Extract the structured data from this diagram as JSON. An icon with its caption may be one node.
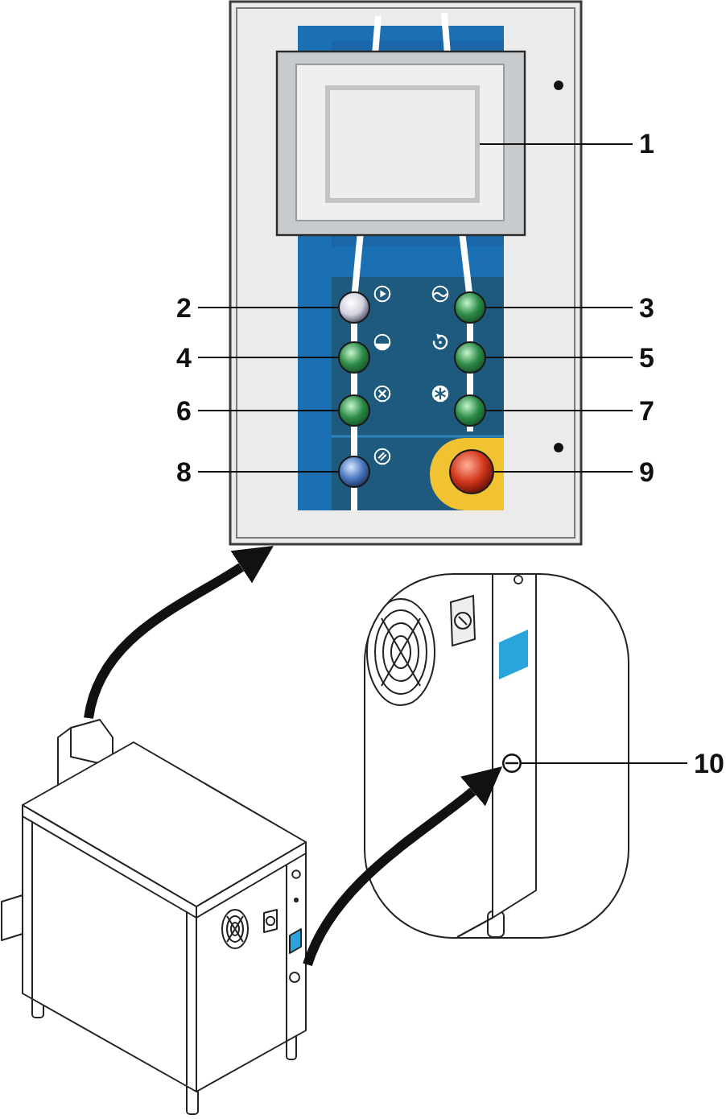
{
  "diagram": {
    "nodes": [
      {
        "text": [],
        "shape": "picture"
      },
      {
        "text": [],
        "shape": "box",
        "in": 0
      },
      {
        "text": [],
        "shape": "circle",
        "in": 0
      },
      {
        "text": [],
        "shape": "circle",
        "in": 0
      },
      {
        "text": [],
        "shape": "circle",
        "in": 0
      },
      {
        "text": [],
        "shape": "circle",
        "in": 0
      },
      {
        "text": [],
        "shape": "circle",
        "in": 0
      },
      {
        "text": [],
        "shape": "circle",
        "in": 0
      },
      {
        "text": [],
        "shape": "circle",
        "in": 0
      },
      {
        "text": [],
        "shape": "circle",
        "in": 0
      },
      {
        "text": [],
        "shape": "picture"
      },
      {
        "text": [],
        "shape": "circle",
        "in": 10
      },
      {
        "text": [],
        "shape": "picture"
      },
      {
        "text": [
          "1"
        ]
      },
      {
        "text": [
          "2"
        ]
      },
      {
        "text": [
          "3"
        ]
      },
      {
        "text": [
          "4"
        ]
      },
      {
        "text": [
          "5"
        ]
      },
      {
        "text": [
          "6"
        ]
      },
      {
        "text": [
          "7"
        ]
      },
      {
        "text": [
          "8"
        ]
      },
      {
        "text": [
          "9"
        ]
      },
      {
        "text": [
          "10"
        ]
      }
    ],
    "edges": [
      {
        "from": 13,
        "to": 1,
        "arrow": "none"
      },
      {
        "from": 14,
        "to": 2,
        "arrow": "none"
      },
      {
        "from": 15,
        "to": 3,
        "arrow": "none"
      },
      {
        "from": 16,
        "to": 4,
        "arrow": "none"
      },
      {
        "from": 17,
        "to": 5,
        "arrow": "none"
      },
      {
        "from": 18,
        "to": 6,
        "arrow": "none"
      },
      {
        "from": 19,
        "to": 7,
        "arrow": "none"
      },
      {
        "from": 20,
        "to": 8,
        "arrow": "none"
      },
      {
        "from": 21,
        "to": 9,
        "arrow": "none"
      },
      {
        "from": 22,
        "to": 11,
        "arrow": "none"
      },
      {
        "from": 12,
        "to": 0,
        "arrow": "to",
        "style": "thick"
      },
      {
        "from": 12,
        "to": 11,
        "arrow": "to",
        "style": "thick"
      }
    ]
  }
}
